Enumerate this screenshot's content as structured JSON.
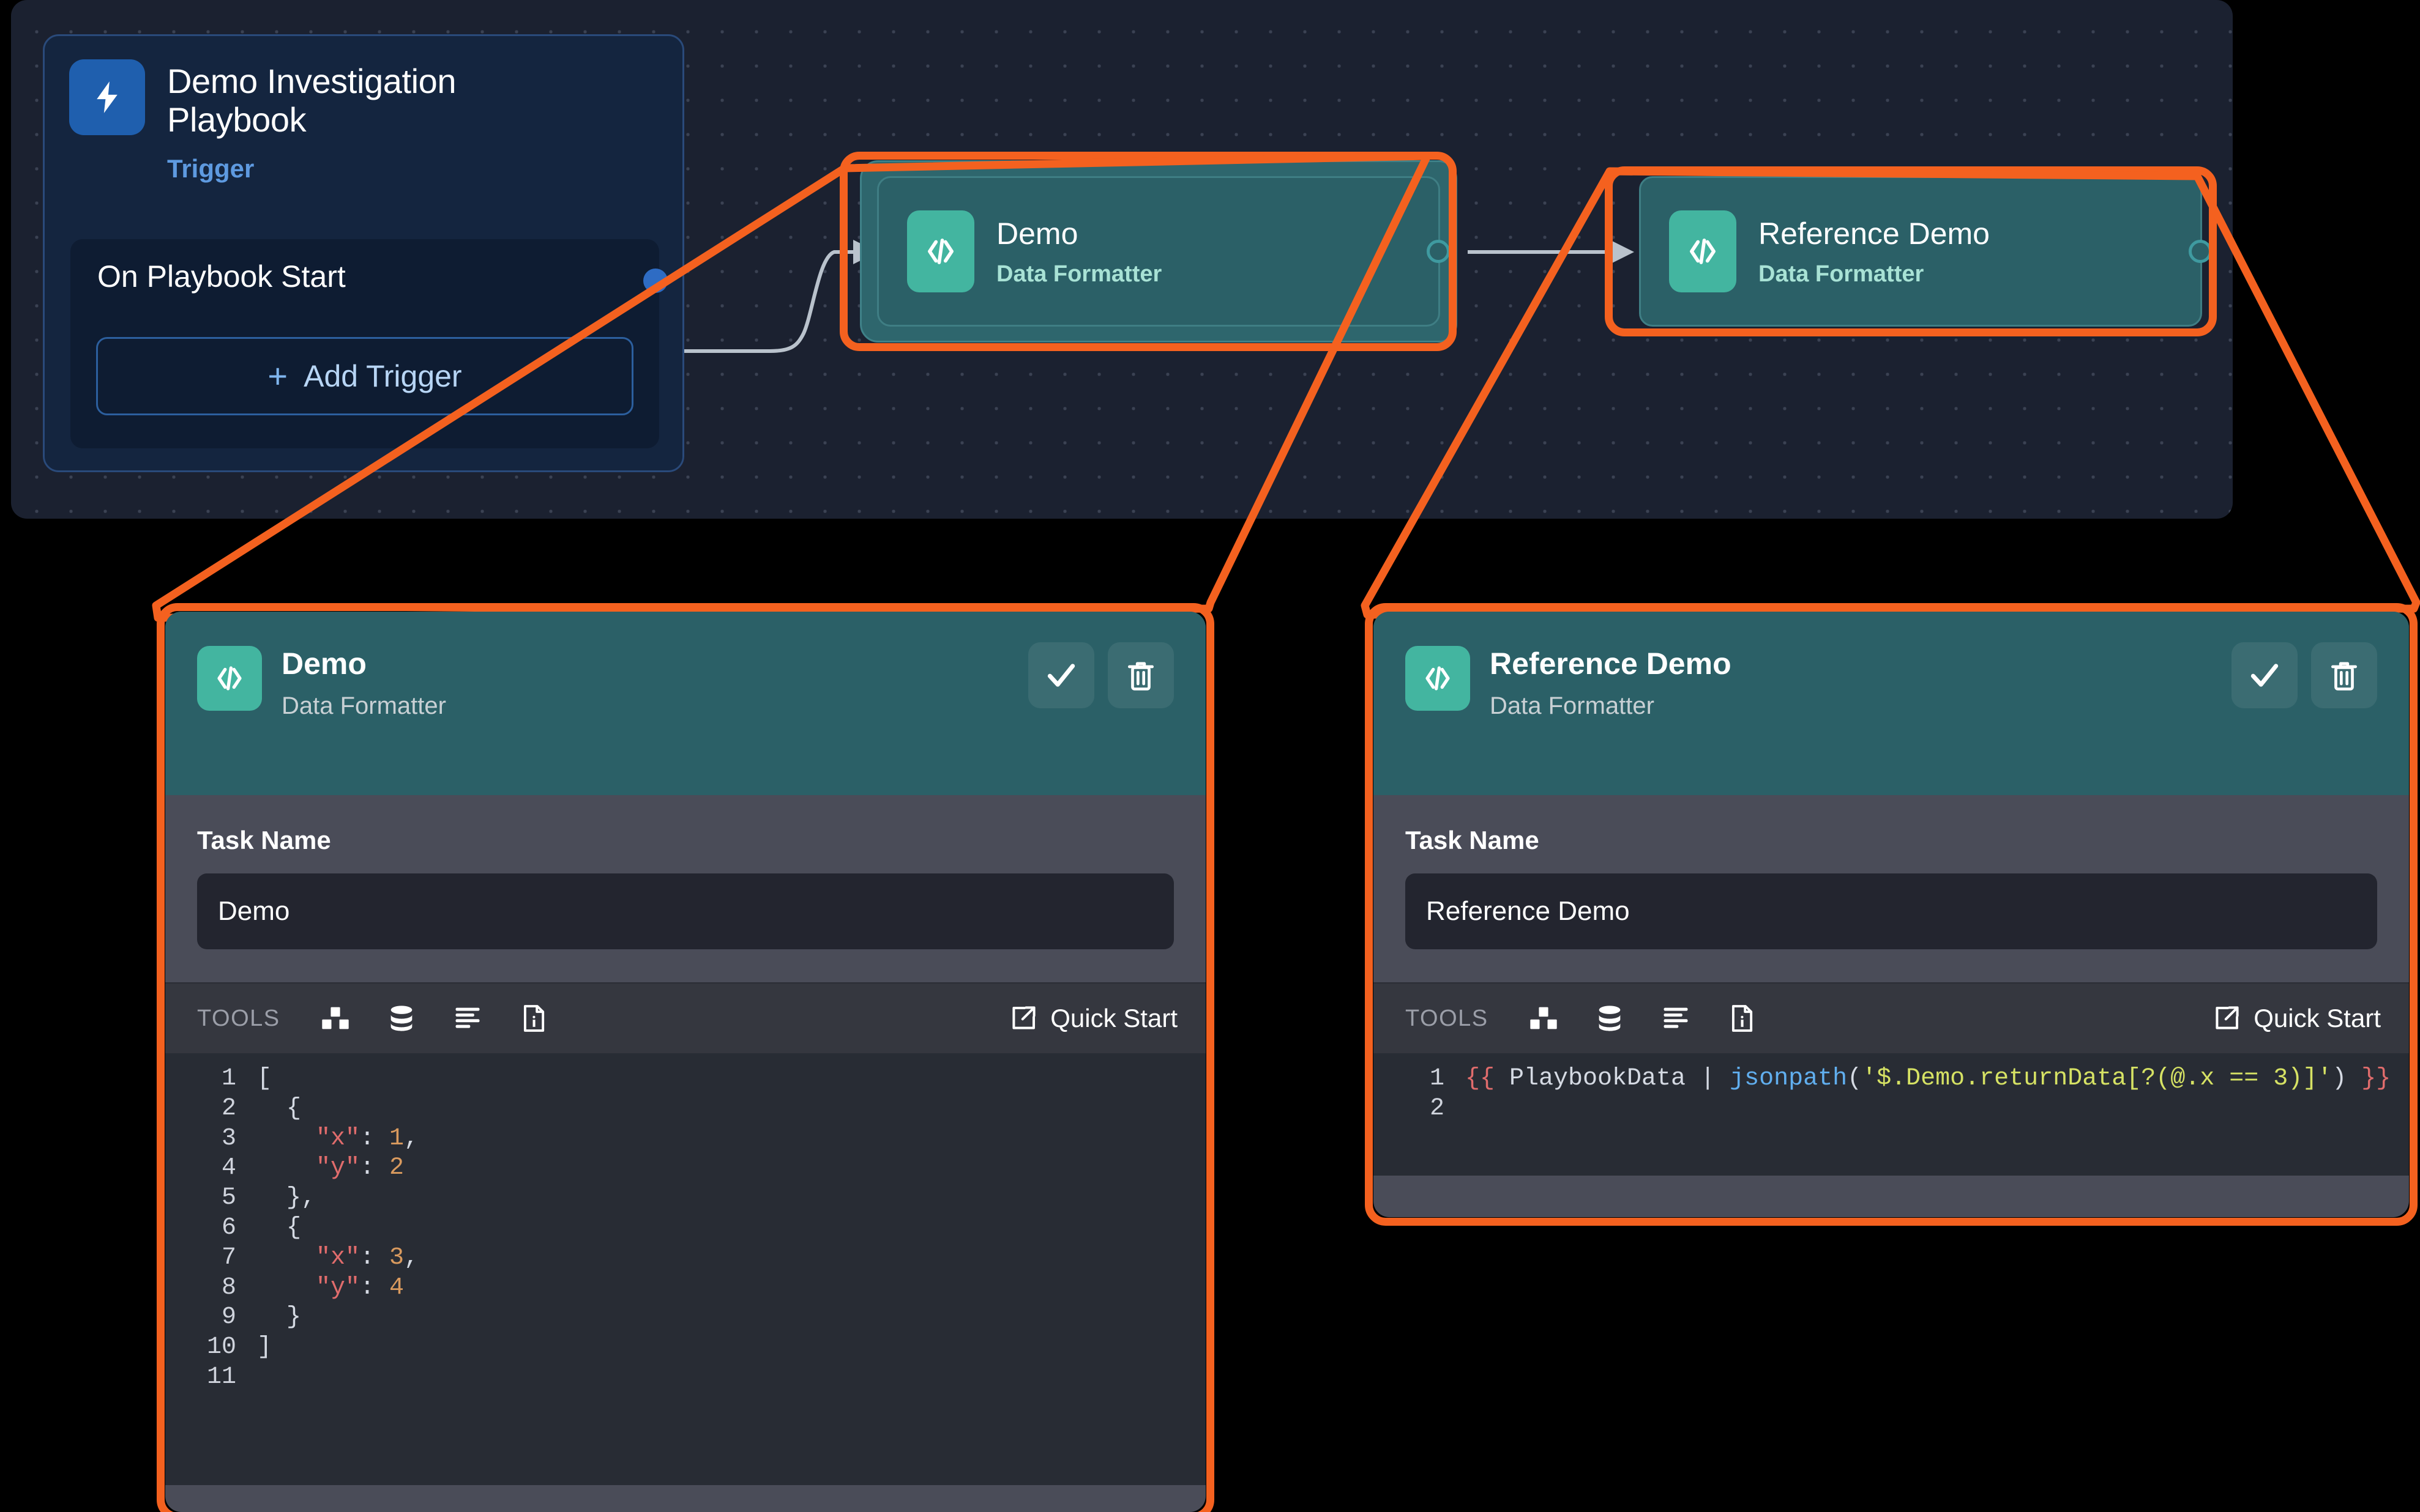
{
  "canvas": {
    "trigger_card": {
      "icon": "lightning-bolt-icon",
      "title": "Demo Investigation Playbook",
      "subtitle": "Trigger",
      "start_label": "On Playbook Start",
      "add_trigger_label": "Add Trigger",
      "add_trigger_plus": "+",
      "accent_color": "#1f5fae",
      "subtitle_color": "#5e9ae0"
    },
    "nodes": [
      {
        "id": "demo",
        "icon": "code-brackets-icon",
        "title": "Demo",
        "subtitle": "Data Formatter",
        "selected": true,
        "tile_color": "#43b5a0",
        "body_color": "#2b6067"
      },
      {
        "id": "reference-demo",
        "icon": "code-brackets-icon",
        "title": "Reference Demo",
        "subtitle": "Data Formatter",
        "selected": false,
        "tile_color": "#43b5a0",
        "body_color": "#2b6067"
      }
    ],
    "highlight_color": "#f4611f"
  },
  "panels": [
    {
      "id": "demo-panel",
      "header": {
        "icon": "code-brackets-icon",
        "title": "Demo",
        "subtitle": "Data Formatter",
        "confirm_icon": "check-icon",
        "delete_icon": "trash-icon"
      },
      "form": {
        "task_name_label": "Task Name",
        "task_name_value": "Demo",
        "task_name_placeholder": "Task Name"
      },
      "tools": {
        "label": "TOOLS",
        "icons": [
          "blocks-icon",
          "database-icon",
          "align-left-icon",
          "document-info-icon"
        ],
        "quick_start_label": "Quick Start",
        "quick_start_icon": "external-link-icon"
      },
      "code": {
        "language": "json",
        "lines": [
          {
            "n": "1",
            "tokens": [
              {
                "t": "[",
                "c": "punc"
              }
            ]
          },
          {
            "n": "2",
            "tokens": [
              {
                "t": "  {",
                "c": "punc"
              }
            ]
          },
          {
            "n": "3",
            "tokens": [
              {
                "t": "    ",
                "c": "plain"
              },
              {
                "t": "\"x\"",
                "c": "key"
              },
              {
                "t": ": ",
                "c": "punc"
              },
              {
                "t": "1",
                "c": "num"
              },
              {
                "t": ",",
                "c": "punc"
              }
            ]
          },
          {
            "n": "4",
            "tokens": [
              {
                "t": "    ",
                "c": "plain"
              },
              {
                "t": "\"y\"",
                "c": "key"
              },
              {
                "t": ": ",
                "c": "punc"
              },
              {
                "t": "2",
                "c": "num"
              }
            ]
          },
          {
            "n": "5",
            "tokens": [
              {
                "t": "  },",
                "c": "punc"
              }
            ]
          },
          {
            "n": "6",
            "tokens": [
              {
                "t": "  {",
                "c": "punc"
              }
            ]
          },
          {
            "n": "7",
            "tokens": [
              {
                "t": "    ",
                "c": "plain"
              },
              {
                "t": "\"x\"",
                "c": "key"
              },
              {
                "t": ": ",
                "c": "punc"
              },
              {
                "t": "3",
                "c": "num"
              },
              {
                "t": ",",
                "c": "punc"
              }
            ]
          },
          {
            "n": "8",
            "tokens": [
              {
                "t": "    ",
                "c": "plain"
              },
              {
                "t": "\"y\"",
                "c": "key"
              },
              {
                "t": ": ",
                "c": "punc"
              },
              {
                "t": "4",
                "c": "num"
              }
            ]
          },
          {
            "n": "9",
            "tokens": [
              {
                "t": "  }",
                "c": "punc"
              }
            ]
          },
          {
            "n": "10",
            "tokens": [
              {
                "t": "]",
                "c": "punc"
              }
            ]
          },
          {
            "n": "11",
            "tokens": []
          }
        ]
      }
    },
    {
      "id": "reference-demo-panel",
      "header": {
        "icon": "code-brackets-icon",
        "title": "Reference Demo",
        "subtitle": "Data Formatter",
        "confirm_icon": "check-icon",
        "delete_icon": "trash-icon"
      },
      "form": {
        "task_name_label": "Task Name",
        "task_name_value": "Reference Demo",
        "task_name_placeholder": "Task Name"
      },
      "tools": {
        "label": "TOOLS",
        "icons": [
          "blocks-icon",
          "database-icon",
          "align-left-icon",
          "document-info-icon"
        ],
        "quick_start_label": "Quick Start",
        "quick_start_icon": "external-link-icon"
      },
      "code": {
        "language": "jinja",
        "lines": [
          {
            "n": "1",
            "tokens": [
              {
                "t": "{{ ",
                "c": "brace"
              },
              {
                "t": "PlaybookData ",
                "c": "var"
              },
              {
                "t": "| ",
                "c": "punc"
              },
              {
                "t": "jsonpath",
                "c": "fn"
              },
              {
                "t": "(",
                "c": "punc"
              },
              {
                "t": "'$.Demo.returnData[?(@.x == 3)]'",
                "c": "str"
              },
              {
                "t": ") ",
                "c": "punc"
              },
              {
                "t": "}}",
                "c": "brace"
              }
            ]
          },
          {
            "n": "2",
            "tokens": []
          }
        ]
      }
    }
  ],
  "colors": {
    "highlight_orange": "#f4611f",
    "node_teal": "#2b6067",
    "tile_teal": "#43b5a0",
    "panel_gray": "#4a4c58",
    "editor_bg": "#282c34",
    "canvas_bg": "#1b2130",
    "trigger_blue": "#14253f"
  }
}
